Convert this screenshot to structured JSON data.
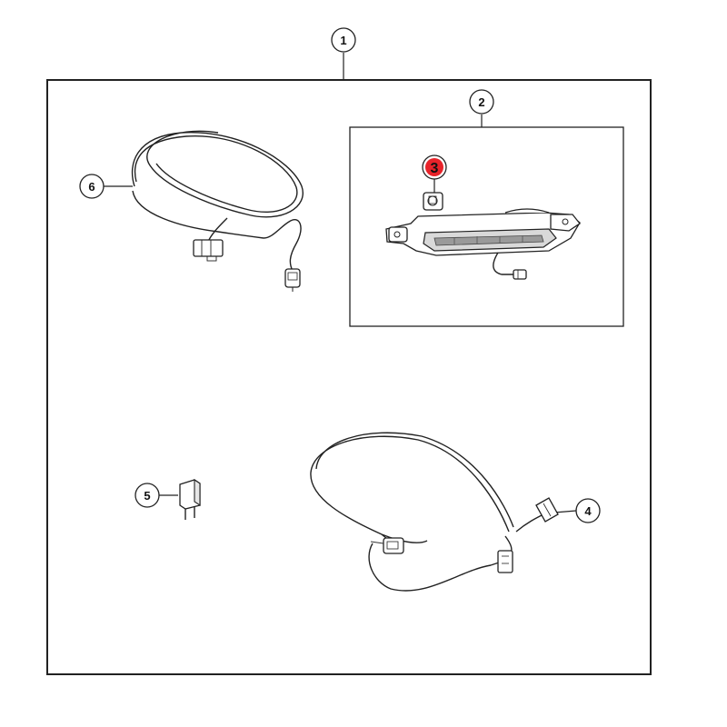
{
  "callouts": [
    {
      "id": "1",
      "label": "1"
    },
    {
      "id": "2",
      "label": "2"
    },
    {
      "id": "3",
      "label": "3"
    },
    {
      "id": "4",
      "label": "4"
    },
    {
      "id": "5",
      "label": "5"
    },
    {
      "id": "6",
      "label": "6"
    }
  ],
  "colors": {
    "line": "#222222",
    "background": "#ffffff",
    "highlight": "#e8232a"
  }
}
